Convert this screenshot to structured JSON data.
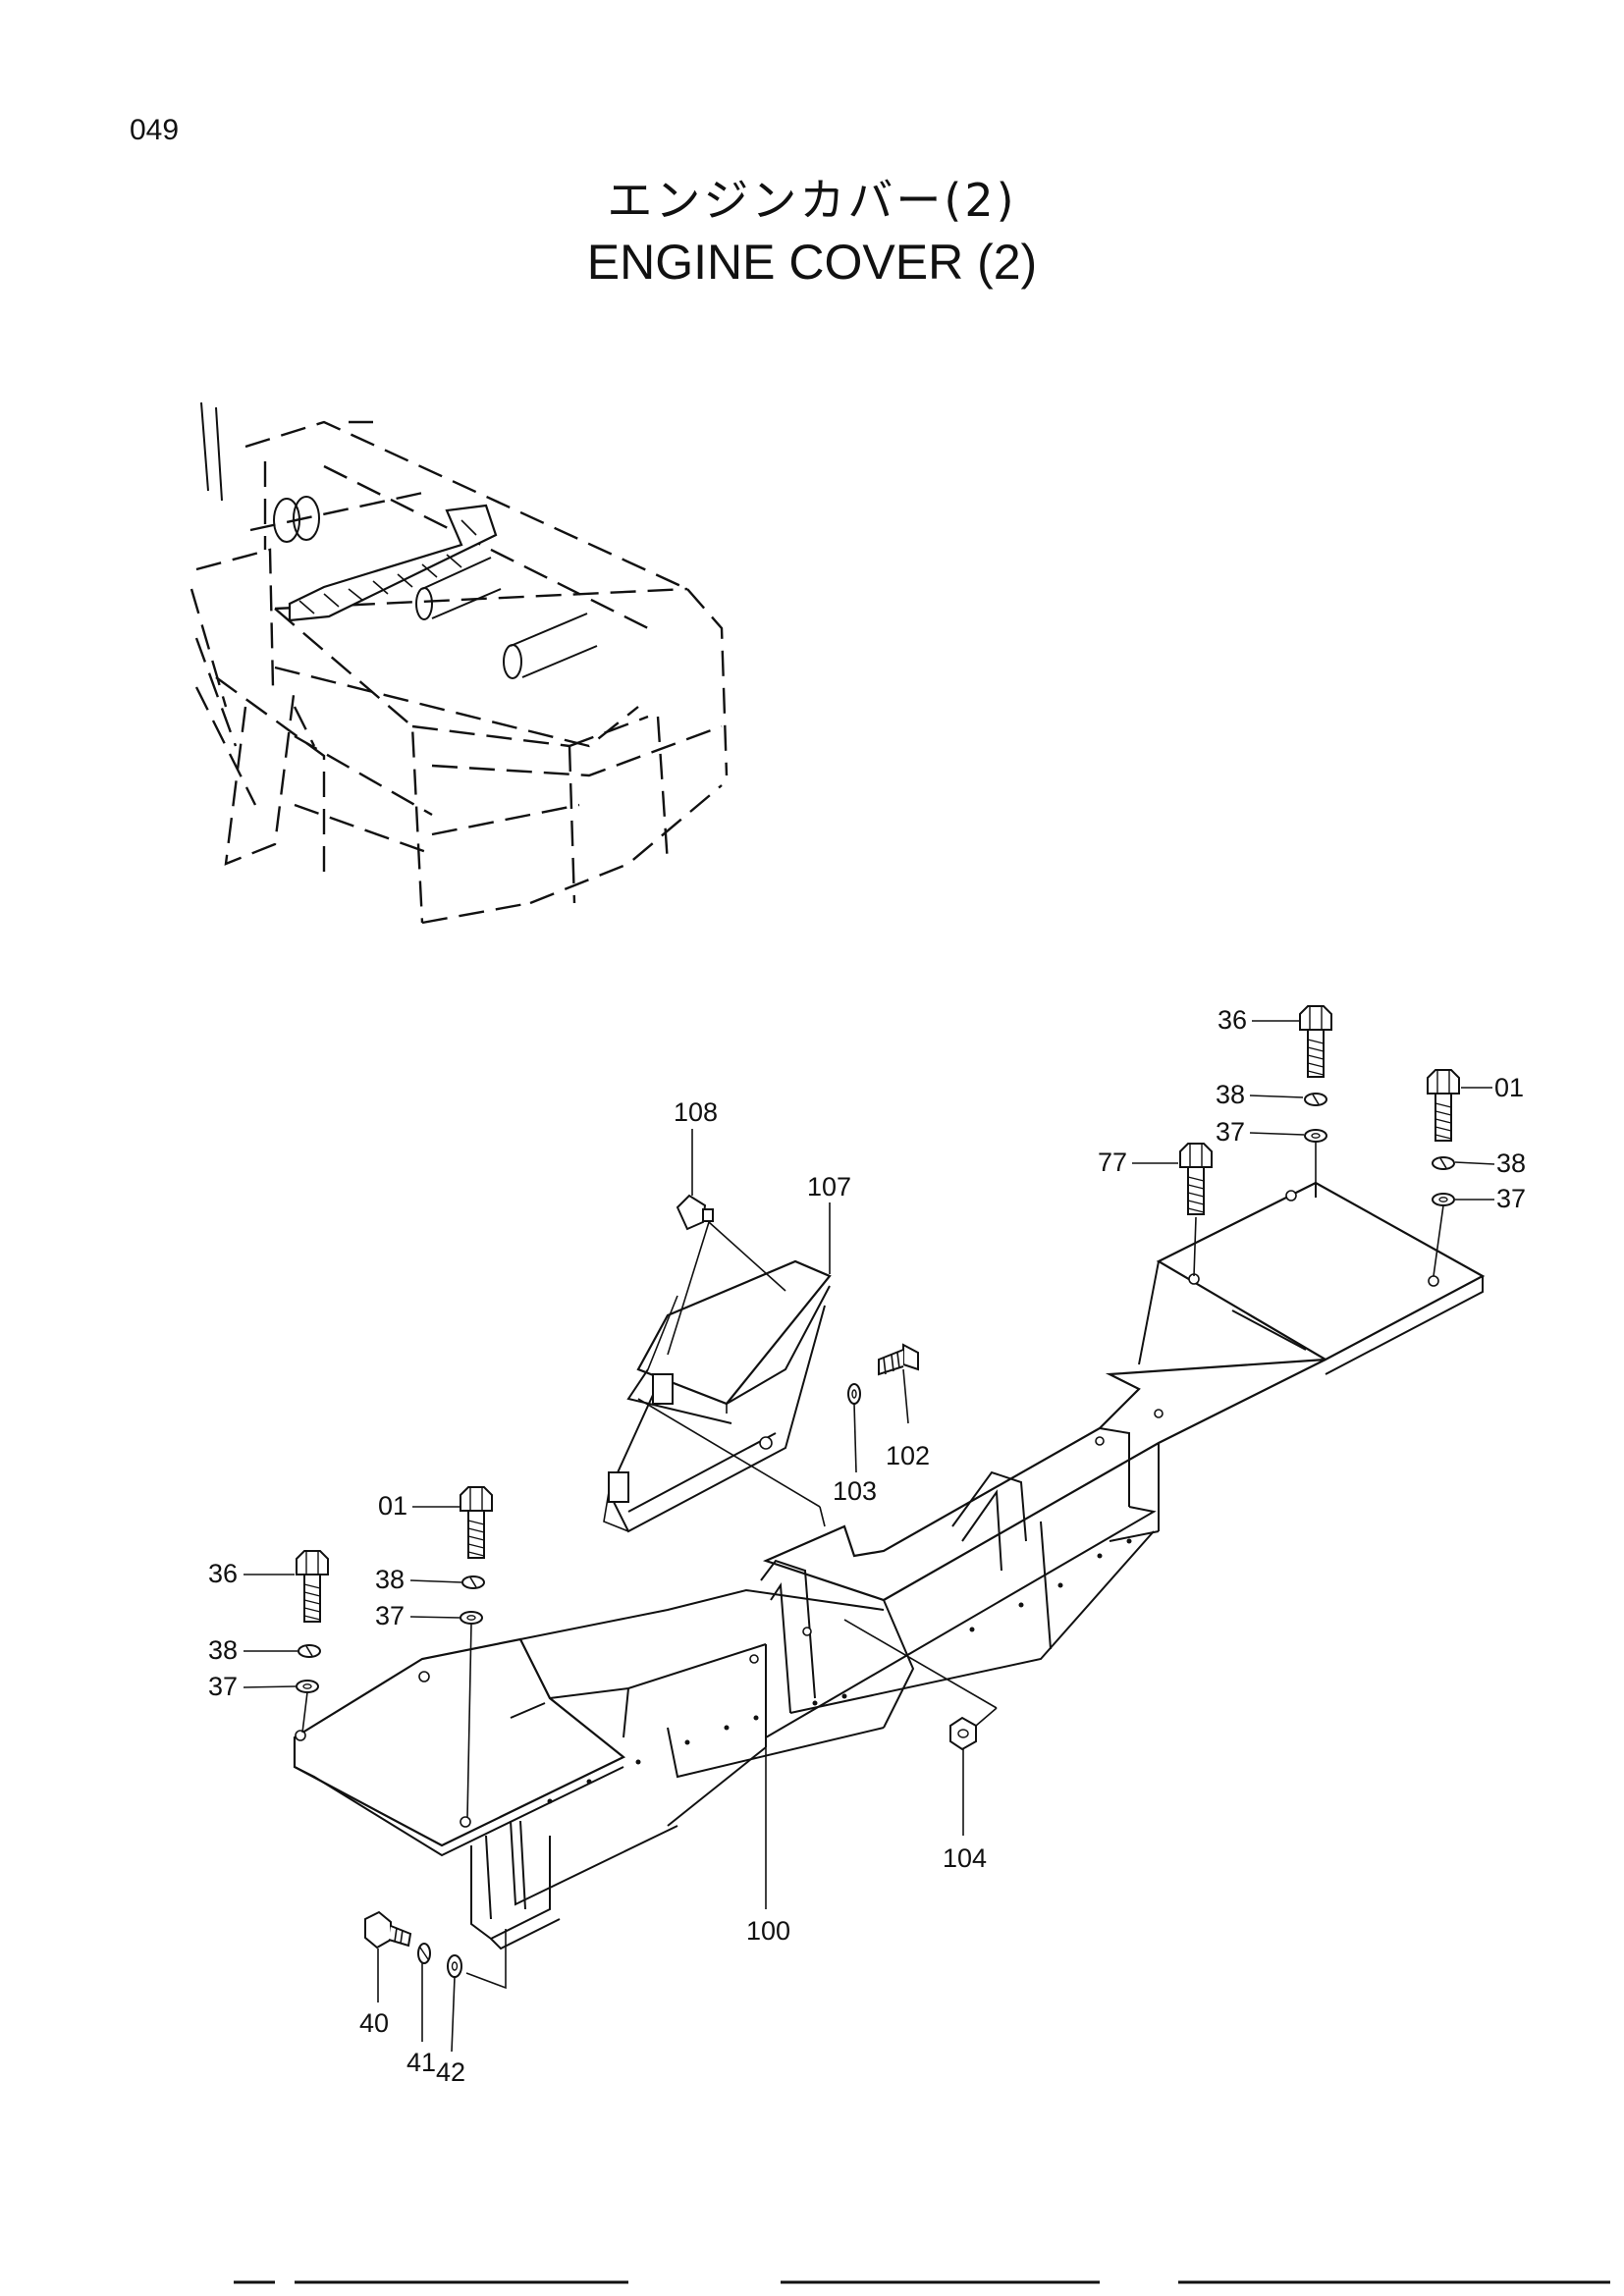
{
  "page_number": "049",
  "title_jp": "エンジンカバー(2)",
  "title_en": "ENGINE COVER (2)",
  "labels": {
    "p36_top": "36",
    "p38_top": "38",
    "p37_top": "37",
    "p01_right": "01",
    "p38_right": "38",
    "p37_right": "37",
    "p77": "77",
    "p108": "108",
    "p107": "107",
    "p102": "102",
    "p103": "103",
    "p01_left": "01",
    "p38_left_a": "38",
    "p37_left_a": "37",
    "p36_left": "36",
    "p38_left_b": "38",
    "p37_left_b": "37",
    "p104": "104",
    "p100": "100",
    "p40": "40",
    "p41": "41",
    "p42": "42"
  },
  "icons": [
    "bolt-icon",
    "washer-icon",
    "nut-icon",
    "rubber-stopper-icon"
  ]
}
